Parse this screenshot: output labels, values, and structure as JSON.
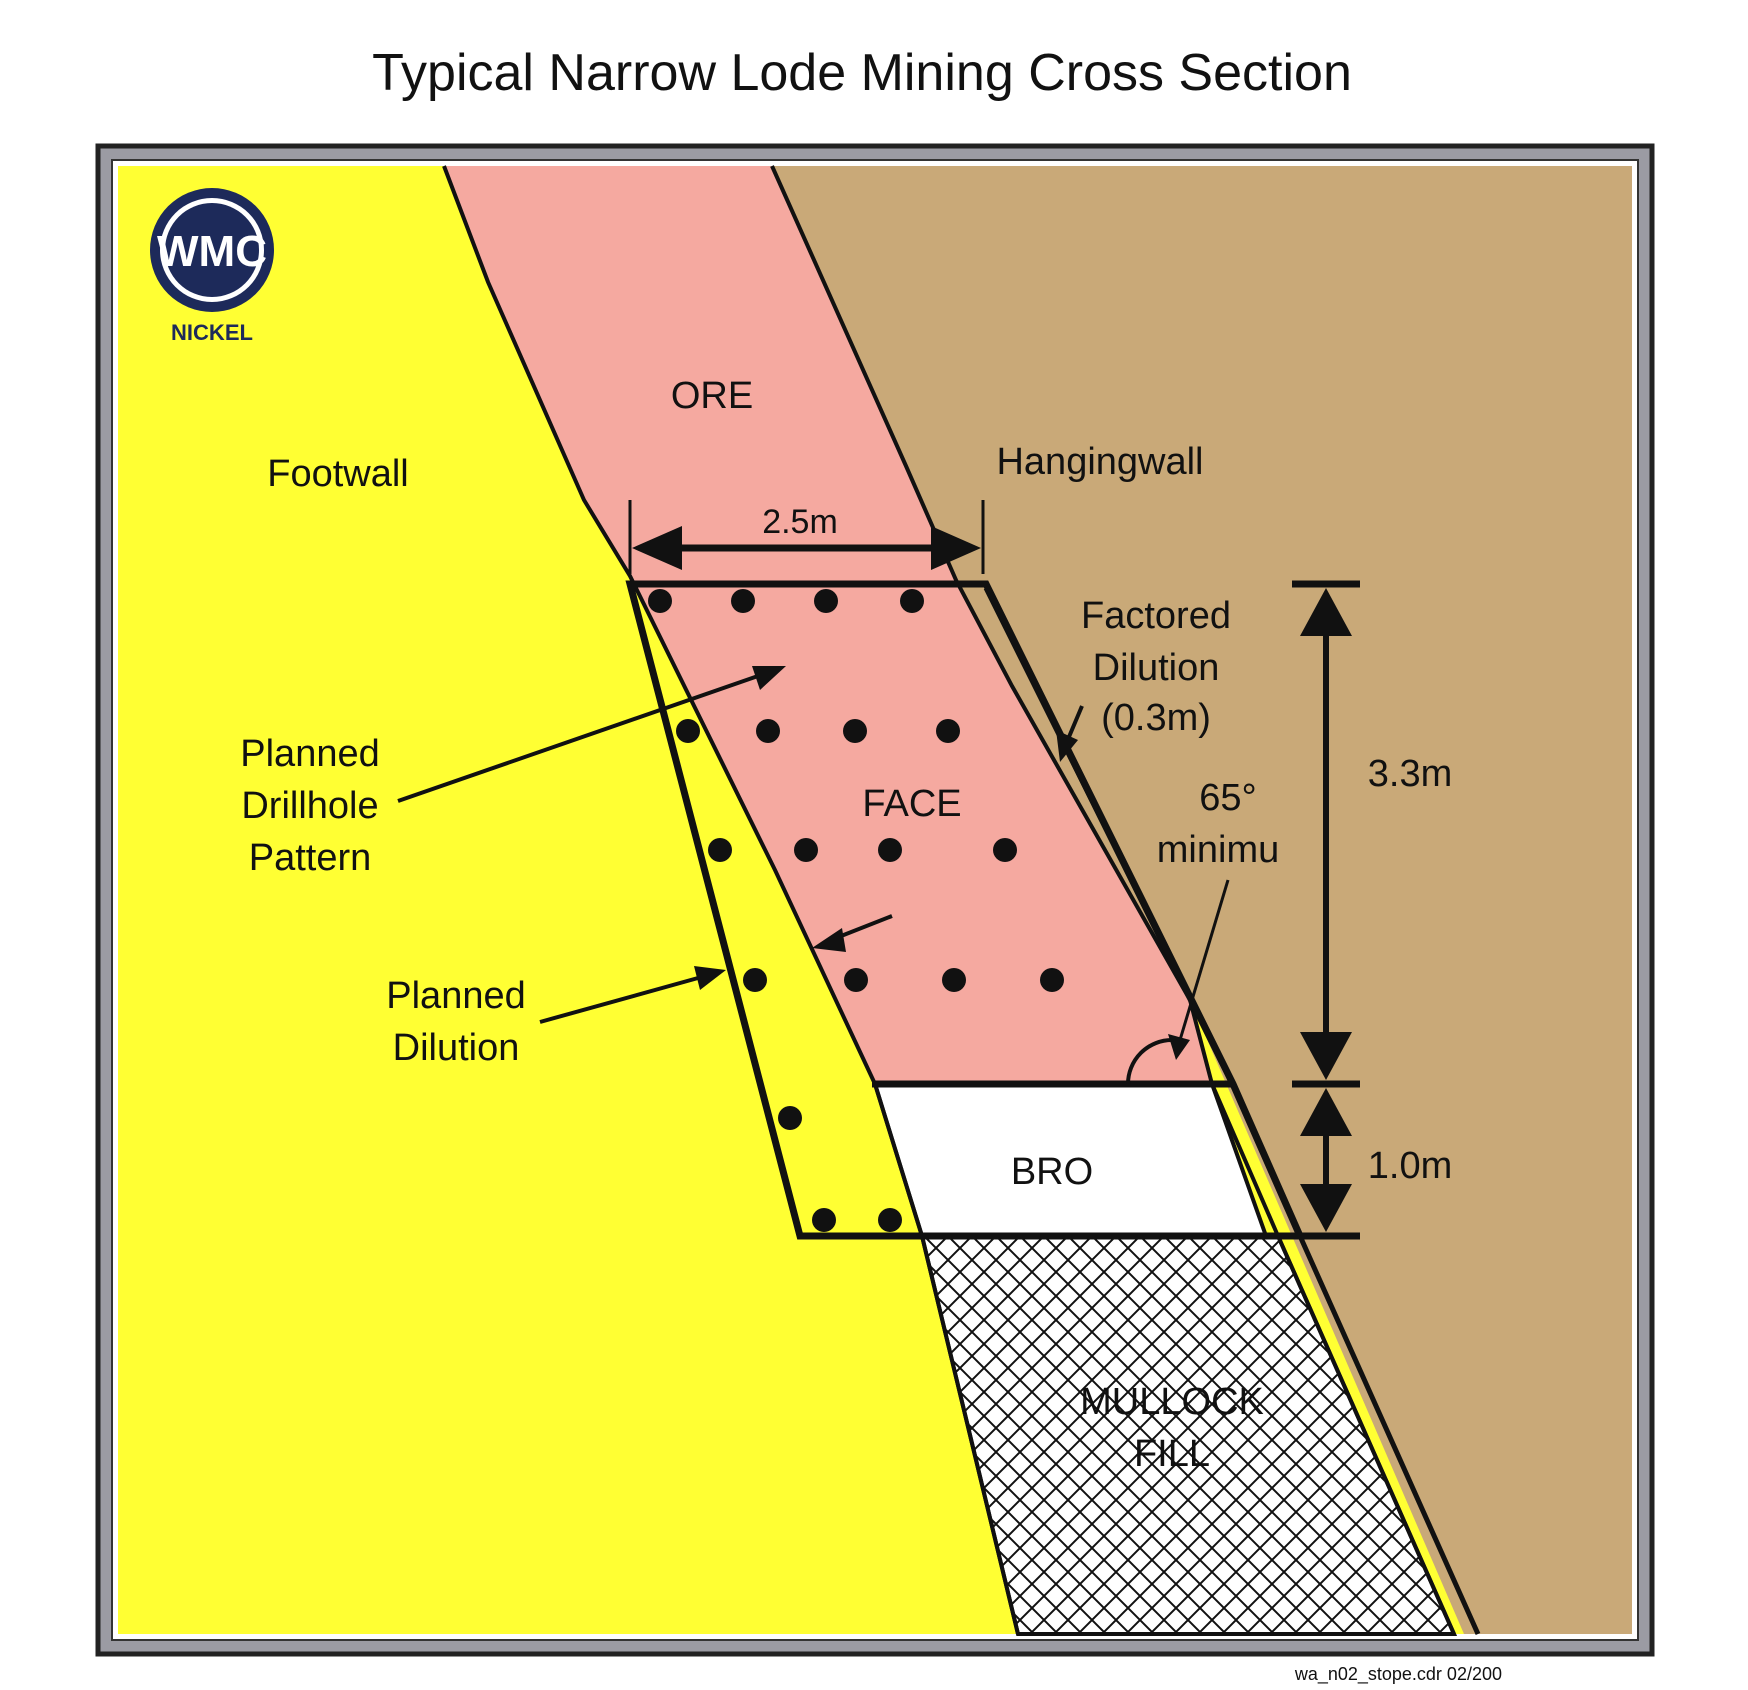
{
  "title": "Typical Narrow Lode Mining Cross Section",
  "logo": {
    "mark": "WMC",
    "subtitle": "NICKEL"
  },
  "labels": {
    "ore": "ORE",
    "footwall": "Footwall",
    "hangingwall": "Hangingwall",
    "width": "2.5m",
    "factored_dilution_1": "Factored",
    "factored_dilution_2": "Dilution",
    "factored_dilution_3": "(0.3m)",
    "planned_drillhole_1": "Planned",
    "planned_drillhole_2": "Drillhole",
    "planned_drillhole_3": "Pattern",
    "face": "FACE",
    "angle_1": "65°",
    "angle_2": "minimu",
    "height_face": "3.3m",
    "planned_dilution_1": "Planned",
    "planned_dilution_2": "Dilution",
    "bro": "BRO",
    "height_bro": "1.0m",
    "mullock_1": "MULLOCK",
    "mullock_2": "FILL"
  },
  "footer": "wa_n02_stope.cdr   02/200",
  "colors": {
    "footwall": "#ffff33",
    "ore": "#f5a9a0",
    "hangingwall": "#c9a978",
    "frame": "#9b9ba3",
    "outline": "#111111"
  }
}
